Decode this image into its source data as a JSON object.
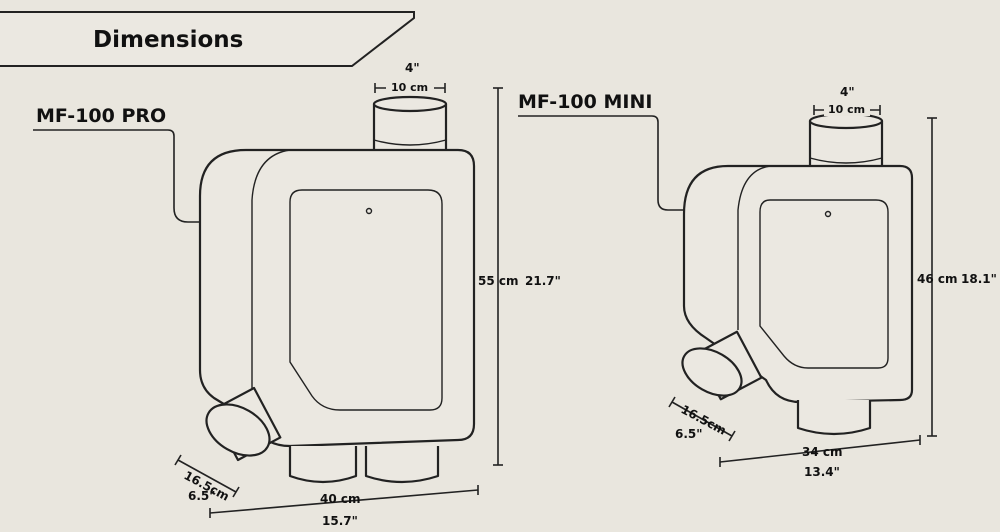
{
  "header": {
    "title": "Dimensions"
  },
  "pro": {
    "name": "MF-100 PRO",
    "top_port_in": "4\"",
    "top_port_cm": "10 cm",
    "height_cm": "55 cm",
    "height_in": "21.7\"",
    "width_cm": "40 cm",
    "width_in": "15.7\"",
    "depth_cm": "16.5cm",
    "depth_in": "6.5\""
  },
  "mini": {
    "name": "MF-100 MINI",
    "top_port_in": "4\"",
    "top_port_cm": "10 cm",
    "height_cm": "46 cm",
    "height_in": "18.1\"",
    "width_cm": "34 cm",
    "width_in": "13.4\"",
    "depth_cm": "16.5cm",
    "depth_in": "6.5\""
  }
}
